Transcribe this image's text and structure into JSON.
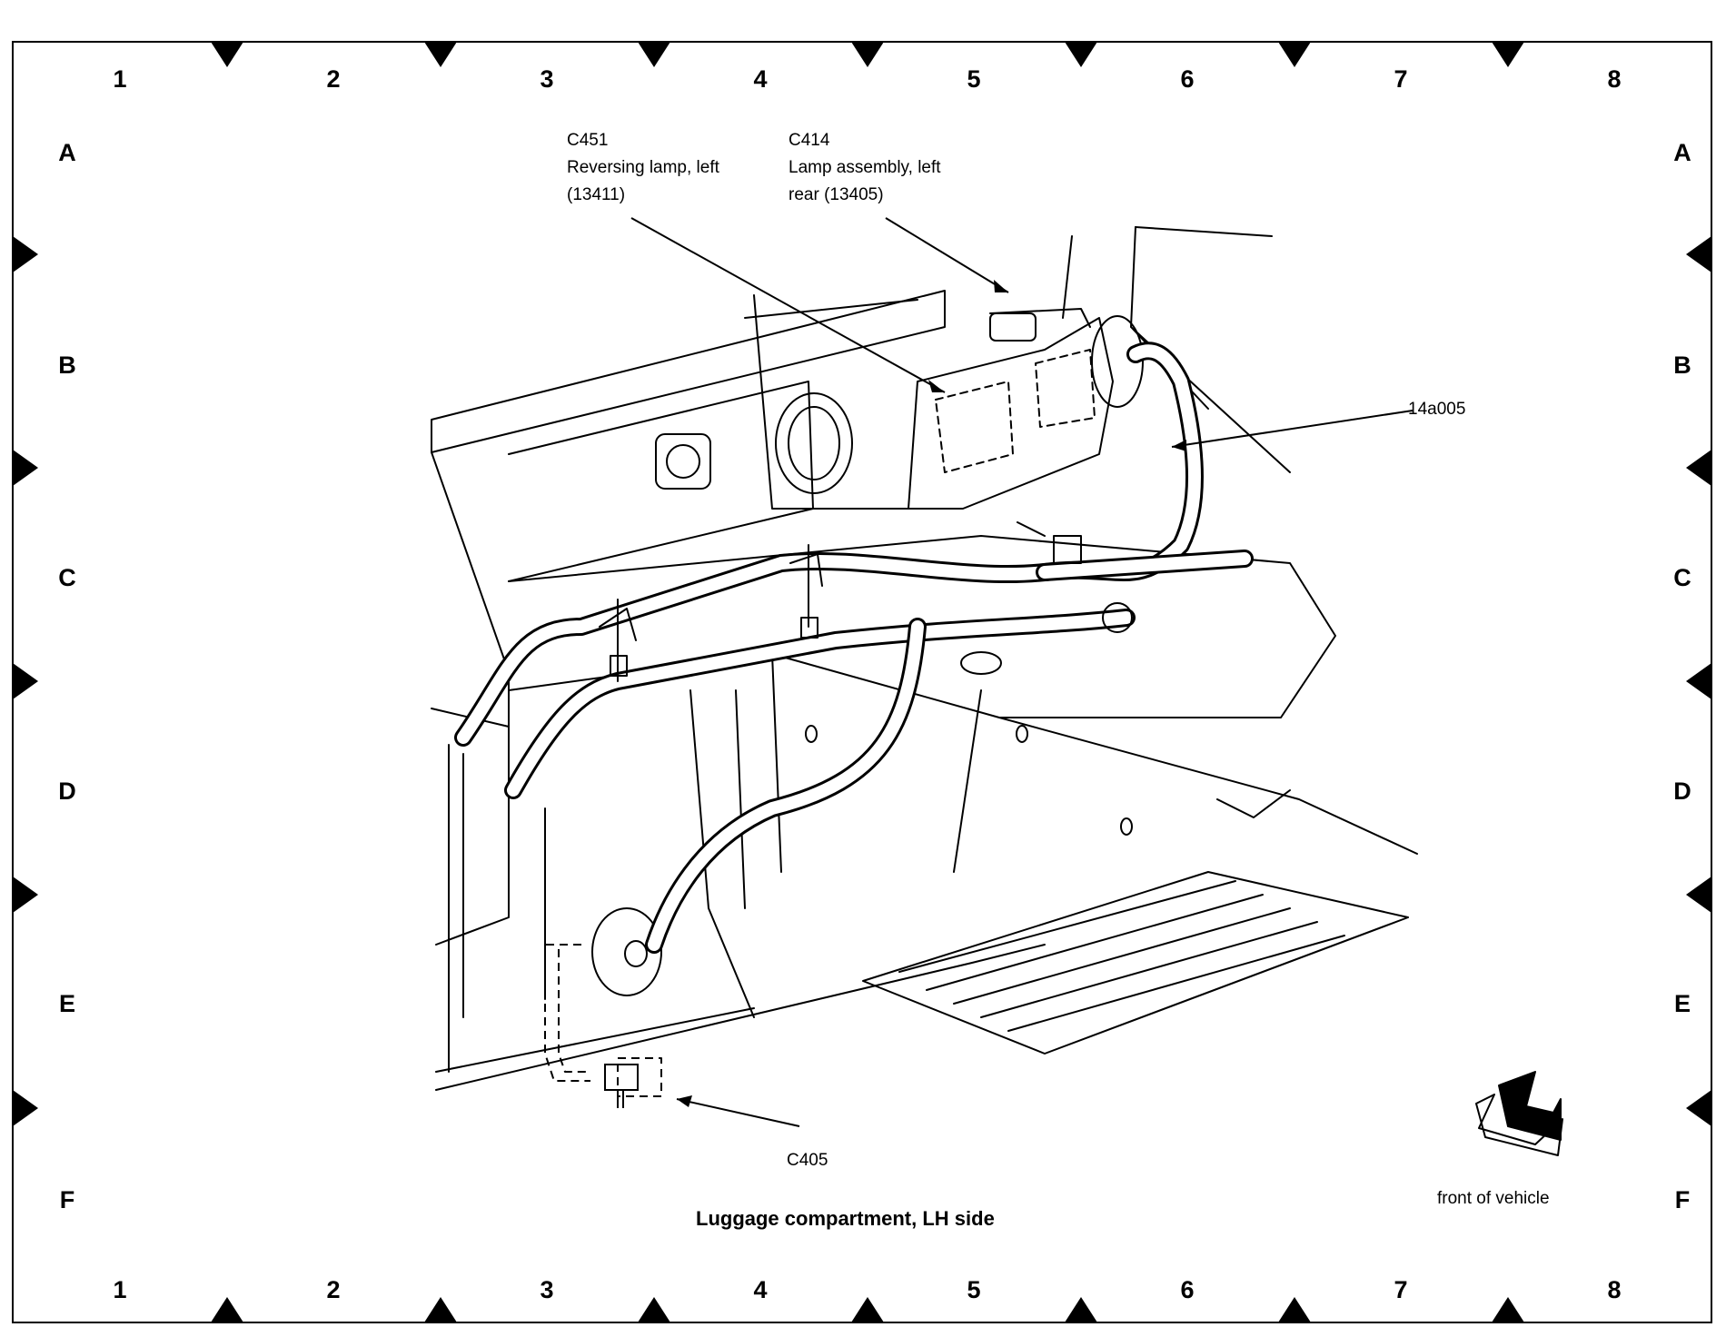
{
  "grid": {
    "columns": [
      "1",
      "2",
      "3",
      "4",
      "5",
      "6",
      "7",
      "8"
    ],
    "rows": [
      "A",
      "B",
      "C",
      "D",
      "E",
      "F"
    ]
  },
  "callouts": {
    "c451": {
      "code": "C451",
      "line1": "Reversing lamp, left",
      "line2": "(13411)"
    },
    "c414": {
      "code": "C414",
      "line1": "Lamp assembly, left",
      "line2": "rear (13405)"
    },
    "harness": {
      "code": "14a005"
    },
    "c405": {
      "code": "C405"
    }
  },
  "title": "Luggage compartment, LH side",
  "orientation": {
    "label": "front of vehicle",
    "icon": "direction-arrow-icon"
  }
}
